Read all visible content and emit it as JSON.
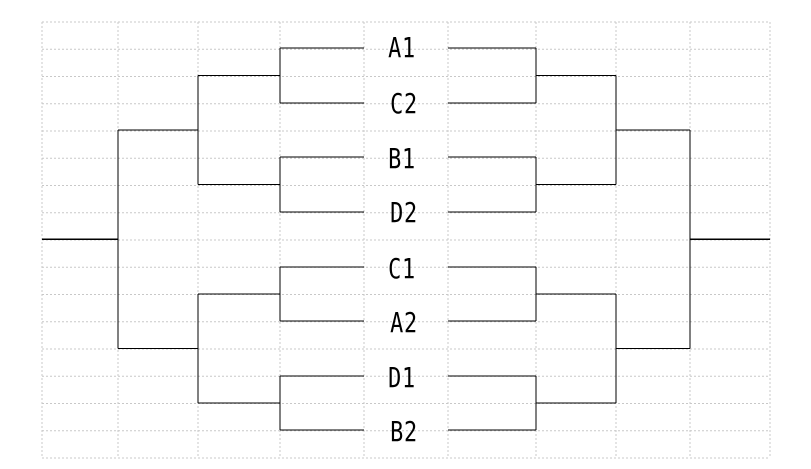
{
  "bracket": {
    "teams": [
      "A1",
      "C2",
      "B1",
      "D2",
      "C1",
      "A2",
      "D1",
      "B2"
    ]
  }
}
